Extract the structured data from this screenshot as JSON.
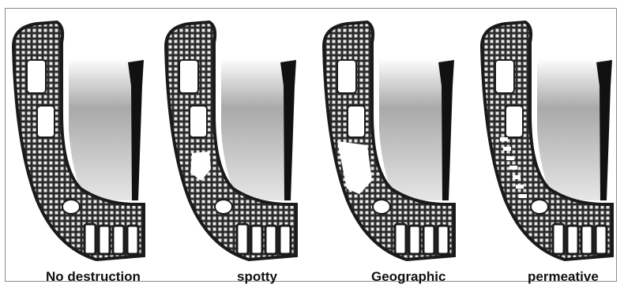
{
  "panels": [
    {
      "id": "no-destruction",
      "label": "No destruction",
      "lesion": "none"
    },
    {
      "id": "spotty",
      "label": "spotty",
      "lesion": "spotty"
    },
    {
      "id": "geographic",
      "label": "Geographic",
      "lesion": "geographic"
    },
    {
      "id": "permeative",
      "label": "permeative",
      "lesion": "permeative"
    }
  ],
  "colors": {
    "bone": "#2a2a2a",
    "cortex": "#1a1a1a",
    "marrow_light": "#f2f2f2",
    "marrow_dark": "#8c8c8c"
  }
}
